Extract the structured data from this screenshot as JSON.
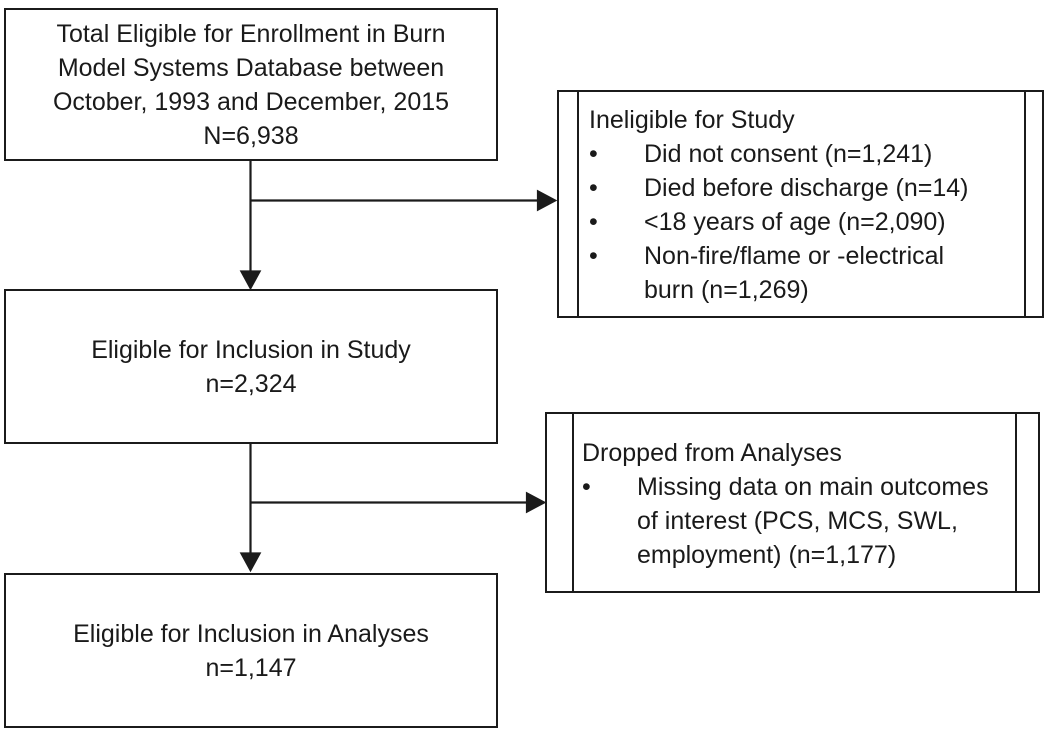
{
  "colors": {
    "line": "#1b1b1b",
    "text": "#1a1a1a",
    "background": "#ffffff"
  },
  "bullet_char": "•",
  "boxes": {
    "total_eligible": {
      "lines": [
        "Total Eligible for Enrollment in Burn",
        "Model Systems Database between",
        "October, 1993 and December, 2015",
        "N=6,938"
      ]
    },
    "ineligible": {
      "title": "Ineligible for Study",
      "items": [
        {
          "lines": [
            "Did not consent (n=1,241)"
          ]
        },
        {
          "lines": [
            "Died before discharge (n=14)"
          ]
        },
        {
          "lines": [
            "<18 years of age (n=2,090)"
          ]
        },
        {
          "lines": [
            "Non-fire/flame or -electrical",
            "burn (n=1,269)"
          ]
        }
      ]
    },
    "eligible_study": {
      "lines": [
        "Eligible for Inclusion in Study",
        "n=2,324"
      ]
    },
    "dropped": {
      "title": "Dropped from Analyses",
      "items": [
        {
          "lines": [
            "Missing data on main outcomes",
            "of interest (PCS, MCS, SWL,",
            "employment) (n=1,177)"
          ]
        }
      ]
    },
    "eligible_analyses": {
      "lines": [
        "Eligible for Inclusion in Analyses",
        "n=1,147"
      ]
    }
  }
}
